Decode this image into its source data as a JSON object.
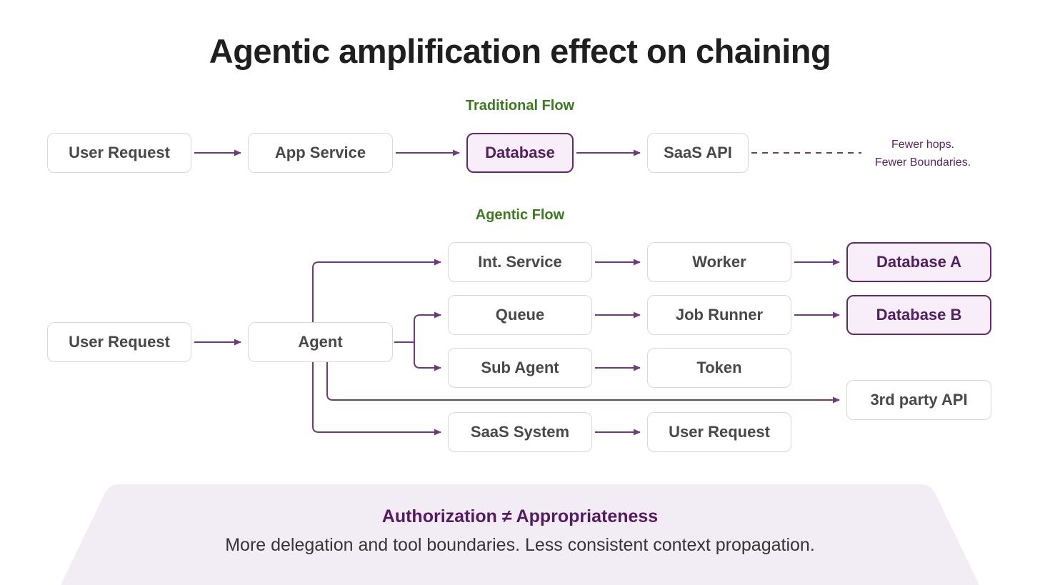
{
  "title": "Agentic amplification effect on chaining",
  "traditional": {
    "label": "Traditional Flow",
    "nodes": [
      {
        "label": "User Request",
        "accent": false
      },
      {
        "label": "App Service",
        "accent": false
      },
      {
        "label": "Database",
        "accent": true
      },
      {
        "label": "SaaS API",
        "accent": false
      }
    ],
    "note_line1": "Fewer hops.",
    "note_line2": "Fewer Boundaries."
  },
  "agentic": {
    "label": "Agentic Flow",
    "nodes": {
      "user_request": "User Request",
      "agent": "Agent",
      "int_service": "Int. Service",
      "worker": "Worker",
      "database_a": "Database A",
      "queue": "Queue",
      "job_runner": "Job Runner",
      "database_b": "Database B",
      "sub_agent": "Sub Agent",
      "token": "Token",
      "third_party_api": "3rd party API",
      "saas_system": "SaaS System",
      "user_request_out": "User Request"
    }
  },
  "banner": {
    "heading": "Authorization ≠ Appropriateness",
    "body": "More delegation and tool boundaries. Less consistent context propagation."
  },
  "colors": {
    "connector_purple": "#6e3a7d",
    "accent_border_purple": "#5e2a69",
    "accent_text_purple": "#53205f",
    "accent_fill_purple": "#f7eef9",
    "note_purple": "#5c2468",
    "flow_label_green": "#3b7a1f",
    "banner_bg": "#f2ecf4",
    "banner_heading_purple": "#561a62",
    "node_border_gray": "#d8d8d8",
    "node_text_gray": "#484848",
    "title_color": "#1f1f1f"
  }
}
